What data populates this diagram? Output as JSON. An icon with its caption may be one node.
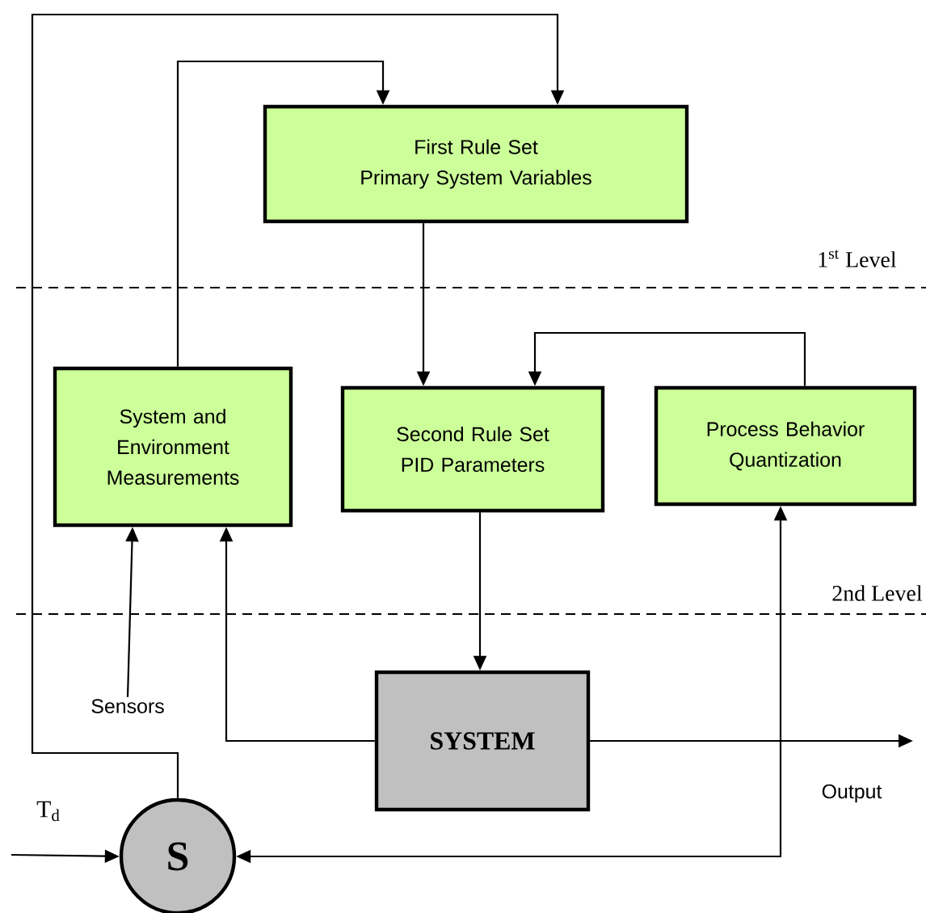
{
  "diagram": {
    "nodes": [
      {
        "text": [
          "First Rule Set",
          "Primary System Variables"
        ]
      },
      {
        "text": [
          "System and Environment Measurements"
        ]
      },
      {
        "text": [
          "Second Rule Set",
          "PID Parameters"
        ]
      },
      {
        "text": [
          "Process Behavior Quantization"
        ]
      },
      {
        "text": [
          "SYSTEM"
        ]
      },
      {
        "text": [
          "S"
        ]
      },
      {
        "text": [
          "Sensors"
        ]
      }
    ],
    "edges": [
      {
        "from": 1,
        "to": 0,
        "arrow": "to"
      },
      {
        "from": 5,
        "to": 0,
        "arrow": "to"
      },
      {
        "from": 0,
        "to": 2,
        "arrow": "to"
      },
      {
        "from": 3,
        "to": 2,
        "arrow": "to"
      },
      {
        "from": 6,
        "to": 1,
        "arrow": "to"
      },
      {
        "from": 4,
        "to": 1,
        "arrow": "to"
      },
      {
        "from": 2,
        "to": 4,
        "arrow": "to"
      },
      {
        "from": 4,
        "to": null,
        "arrow": "to",
        "label": "Output"
      },
      {
        "from": 4,
        "to": 3,
        "arrow": "to"
      },
      {
        "from": 4,
        "to": 5,
        "arrow": "to"
      },
      {
        "from": null,
        "to": 5,
        "arrow": "to",
        "label": "T$_{d}$"
      }
    ],
    "labels": [
      "1$^{st}$ Level",
      "2nd Level"
    ]
  }
}
